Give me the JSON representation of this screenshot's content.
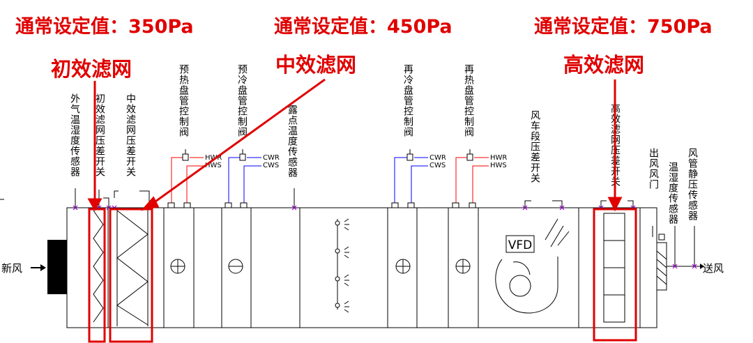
{
  "headers": {
    "setpoint_1": "通常设定值：350Pa",
    "setpoint_2": "通常设定值：450Pa",
    "setpoint_3": "通常设定值：750Pa"
  },
  "filters": {
    "primary": "初效滤网",
    "medium": "中效滤网",
    "high": "高效滤网"
  },
  "sensor_labels": {
    "outdoor_temp_hum": "外气温湿度传感器",
    "primary_filter_dp": "初效滤网压差开关",
    "medium_filter_dp": "中效滤网压差开关",
    "preheat_valve": "预热盘管控制阀",
    "precool_valve": "预冷盘管控制阀",
    "dew_point_sensor": "露点温度传感器",
    "recool_valve": "再冷盘管控制阀",
    "reheat_valve": "再热盘管控制阀",
    "fan_dp": "风车段压差开关",
    "hepa_dp": "高效滤网压差开关",
    "outlet_damper": "出风风门",
    "temp_hum_sensor": "温湿度传感器",
    "duct_static_sensor": "风管静压传感器"
  },
  "pipes": {
    "preheat_supply": "HWR",
    "preheat_return": "HWS",
    "precool_supply": "CWR",
    "precool_return": "CWS",
    "recool_supply": "CWR",
    "recool_return": "CWS",
    "reheat_supply": "HWR",
    "reheat_return": "HWS"
  },
  "equipment": {
    "vfd": "VFD"
  },
  "flow": {
    "inlet": "新风",
    "outlet": "送风"
  },
  "colors": {
    "annotation": "#e00000",
    "hot_water": "#ff0000",
    "chilled_water": "#0000ff",
    "sensor_mark": "#9900cc",
    "line": "#000000"
  }
}
